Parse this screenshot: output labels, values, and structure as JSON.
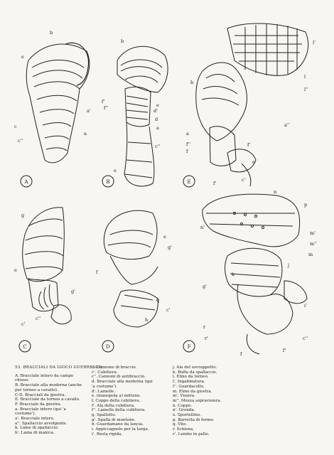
{
  "figure_number": "53.",
  "caption_title": "BRACCIALI DA GIOCO GUERRESCO",
  "panels": [
    {
      "id": "A",
      "labels": [
        "b",
        "e",
        "a'",
        "c",
        "a",
        "c''"
      ]
    },
    {
      "id": "B",
      "labels": [
        "b",
        "f'",
        "f''",
        "d'",
        "d",
        "a",
        "e",
        "c''",
        "e"
      ]
    },
    {
      "id": "E",
      "labels": [
        "l'",
        "l",
        "l''",
        "b",
        "a''",
        "a",
        "f''",
        "f",
        "f'",
        "f'",
        "c'",
        "e"
      ]
    },
    {
      "id": "C",
      "labels": [
        "g",
        "e",
        "g'",
        "c'",
        "c''"
      ]
    },
    {
      "id": "D",
      "labels": [
        "e",
        "g'",
        "f",
        "h",
        "q",
        "c'"
      ]
    },
    {
      "id": "F",
      "labels": [
        "n",
        "p",
        "n'",
        "m'",
        "m''",
        "m",
        "j",
        "k",
        "g'",
        "i'",
        "r",
        "r'",
        "f",
        "f'",
        "c''"
      ]
    }
  ],
  "legend_col1": [
    "A. Bracciale intero da campo",
    "chiuso.",
    "B. Bracciale alla moderna (anche",
    "per torneo a cavallo).",
    "C-D. Bracciali da giostra.",
    "E. Bracciale da torneo a cavallo.",
    "F. Bracciale da giostra.",
    "a. Bracciale intero (qui 'a",
    "costume').",
    "a'. Bracciale intero.",
    "a''. Spallaccio avvolgente.",
    "b. Lame di spallaccio.",
    "b'. Lama di manica."
  ],
  "legend_col2": [
    "c. Cannone di braccio.",
    "c'. Cubitiera.",
    "c''. Cannoni di antibraccio.",
    "d. Bracciale alla moderna (qui",
    "'a costume').",
    "d'. Lamelle.",
    "e. (manopola a) mittene.",
    "f. Coppo della cubitiera.",
    "f'. Ala della cubitiera.",
    "f''. Lamelle della cubitiera.",
    "g. Spalletto.",
    "g'. Spalla di montone.",
    "h. Guardamano da lancia.",
    "i. Appiccagnolo per la targa.",
    "i'. Resta rigida."
  ],
  "legend_col3": [
    "j. Ala del sovrappetto.",
    "k. Buffa da spallaccio.",
    "l. Elmo da torneo.",
    "l'. Ingabbiatura.",
    "l''. Guardacollo.",
    "m. Elmo da giostra.",
    "m'. Visiera.",
    "m''. Mezza sopravisiera.",
    "n. Coppo.",
    "n'. Gronda.",
    "o. Sportellino.",
    "p. Barretta di fermo.",
    "q. Vite.",
    "r. Schiena.",
    "r'. Lembo in pelle."
  ]
}
